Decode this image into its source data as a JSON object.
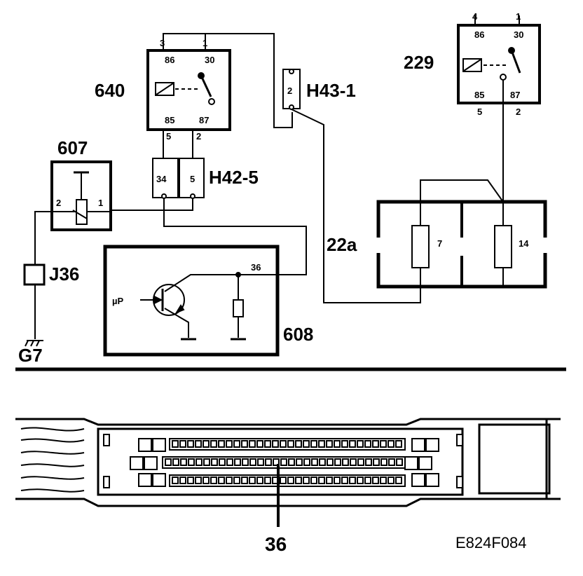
{
  "components": {
    "relay_640": {
      "id": "640",
      "pins_top": [
        "3",
        "1"
      ],
      "pins_inner_top": [
        "86",
        "30"
      ],
      "pins_inner_bottom": [
        "85",
        "87"
      ],
      "pins_bottom": [
        "5",
        "2"
      ]
    },
    "relay_229": {
      "id": "229",
      "pins_top": [
        "4",
        "1"
      ],
      "pins_inner_top": [
        "86",
        "30"
      ],
      "pins_inner_bottom": [
        "85",
        "87"
      ],
      "pins_bottom": [
        "5",
        "2"
      ]
    },
    "connector_h43": {
      "id": "H43-1",
      "pin": "2"
    },
    "connector_h42": {
      "id": "H42-5",
      "pins": [
        "34",
        "5"
      ]
    },
    "sensor_607": {
      "id": "607",
      "pins": [
        "2",
        "1"
      ]
    },
    "ecu_608": {
      "id": "608",
      "pin": "36",
      "input_symbol": "µP"
    },
    "fusebox_22a": {
      "id": "22a",
      "fuses": [
        "7",
        "14"
      ]
    },
    "junction_j36": {
      "id": "J36"
    },
    "ground_g7": {
      "id": "G7"
    }
  },
  "connector_view": {
    "pin_callout": "36"
  },
  "figure_code": "E824F084"
}
